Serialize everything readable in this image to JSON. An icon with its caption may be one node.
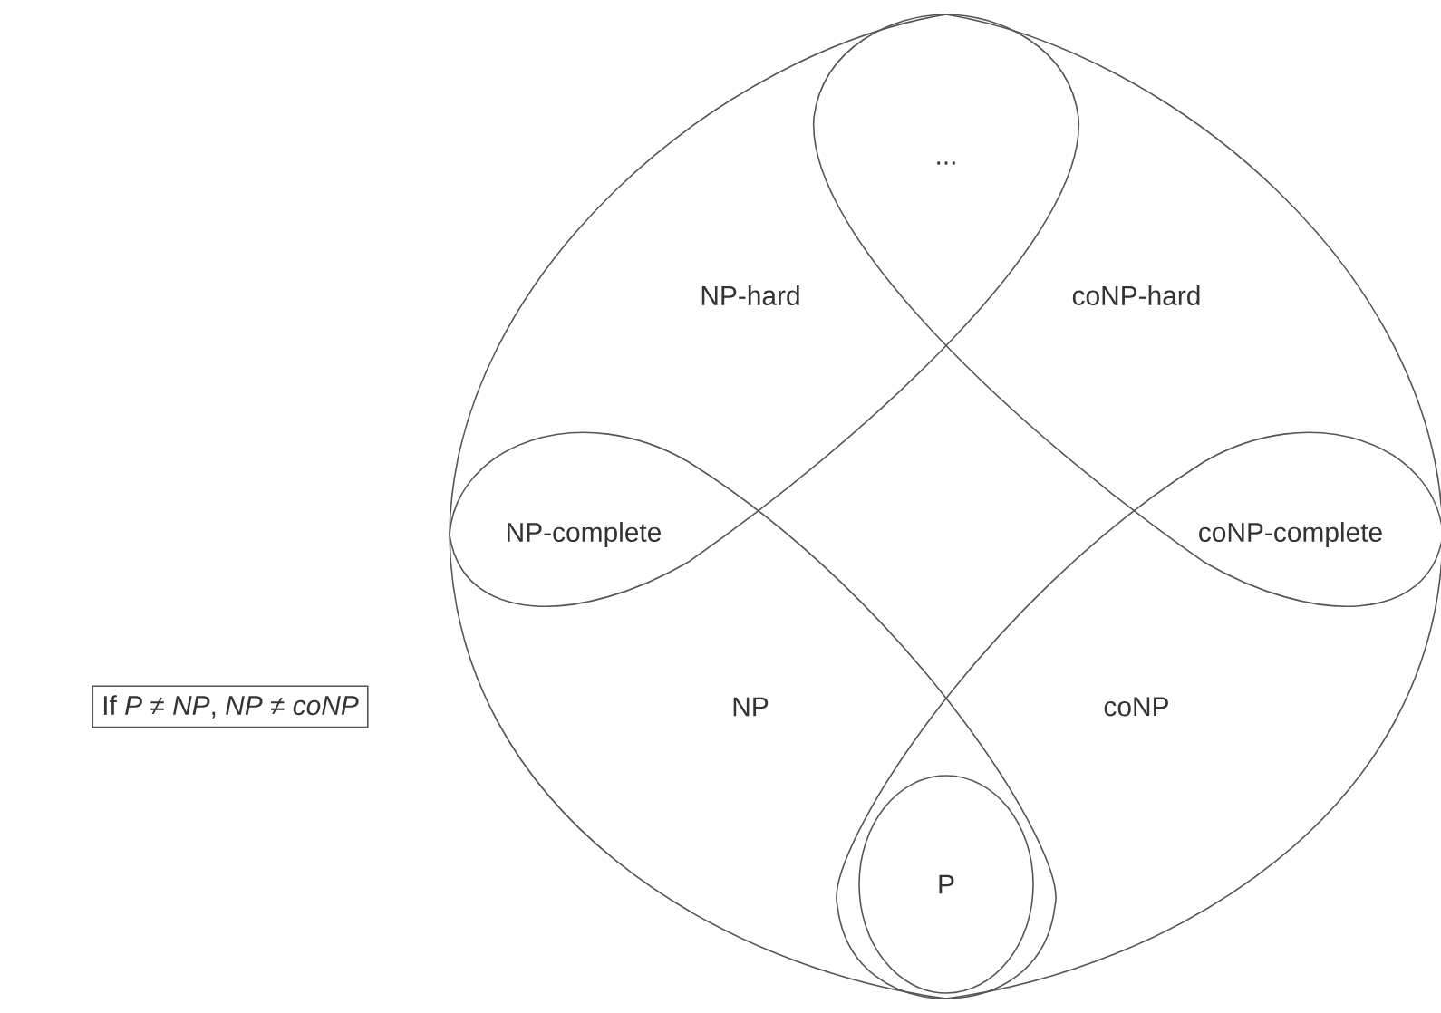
{
  "diagram": {
    "nodes": [
      {
        "text": [
          "..."
        ]
      },
      {
        "text": [
          "NP-hard"
        ]
      },
      {
        "text": [
          "coNP-hard"
        ]
      },
      {
        "text": [
          "NP-complete"
        ]
      },
      {
        "text": [
          "coNP-complete"
        ]
      },
      {
        "text": [
          "NP"
        ]
      },
      {
        "text": [
          "coNP"
        ]
      },
      {
        "text": [
          "P"
        ]
      },
      {
        "text": [
          "If *P* ≠ *NP*, *NP* ≠ *coNP*"
        ]
      }
    ]
  }
}
